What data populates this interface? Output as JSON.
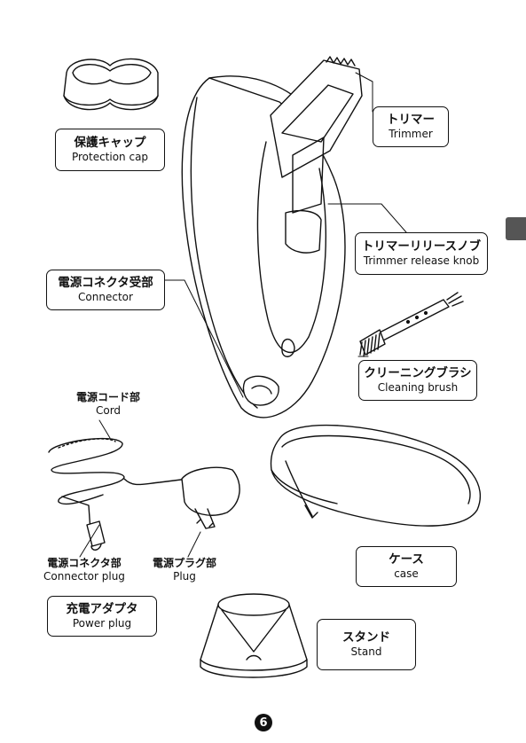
{
  "labels": {
    "protection_cap": {
      "jp": "保護キャップ",
      "en": "Protection cap"
    },
    "trimmer": {
      "jp": "トリマー",
      "en": "Trimmer"
    },
    "trimmer_release_knob": {
      "jp": "トリマーリリースノブ",
      "en": "Trimmer release knob"
    },
    "connector": {
      "jp": "電源コネクタ受部",
      "en": "Connector"
    },
    "cleaning_brush": {
      "jp": "クリーニングブラシ",
      "en": "Cleaning brush"
    },
    "cord": {
      "jp": "電源コード部",
      "en": "Cord"
    },
    "connector_plug": {
      "jp": "電源コネクタ部",
      "en": "Connector plug"
    },
    "plug": {
      "jp": "電源プラグ部",
      "en": "Plug"
    },
    "case": {
      "jp": "ケース",
      "en": "case"
    },
    "power_plug": {
      "jp": "充電アダプタ",
      "en": "Power plug"
    },
    "stand": {
      "jp": "スタンド",
      "en": "Stand"
    }
  },
  "page_number": "6"
}
